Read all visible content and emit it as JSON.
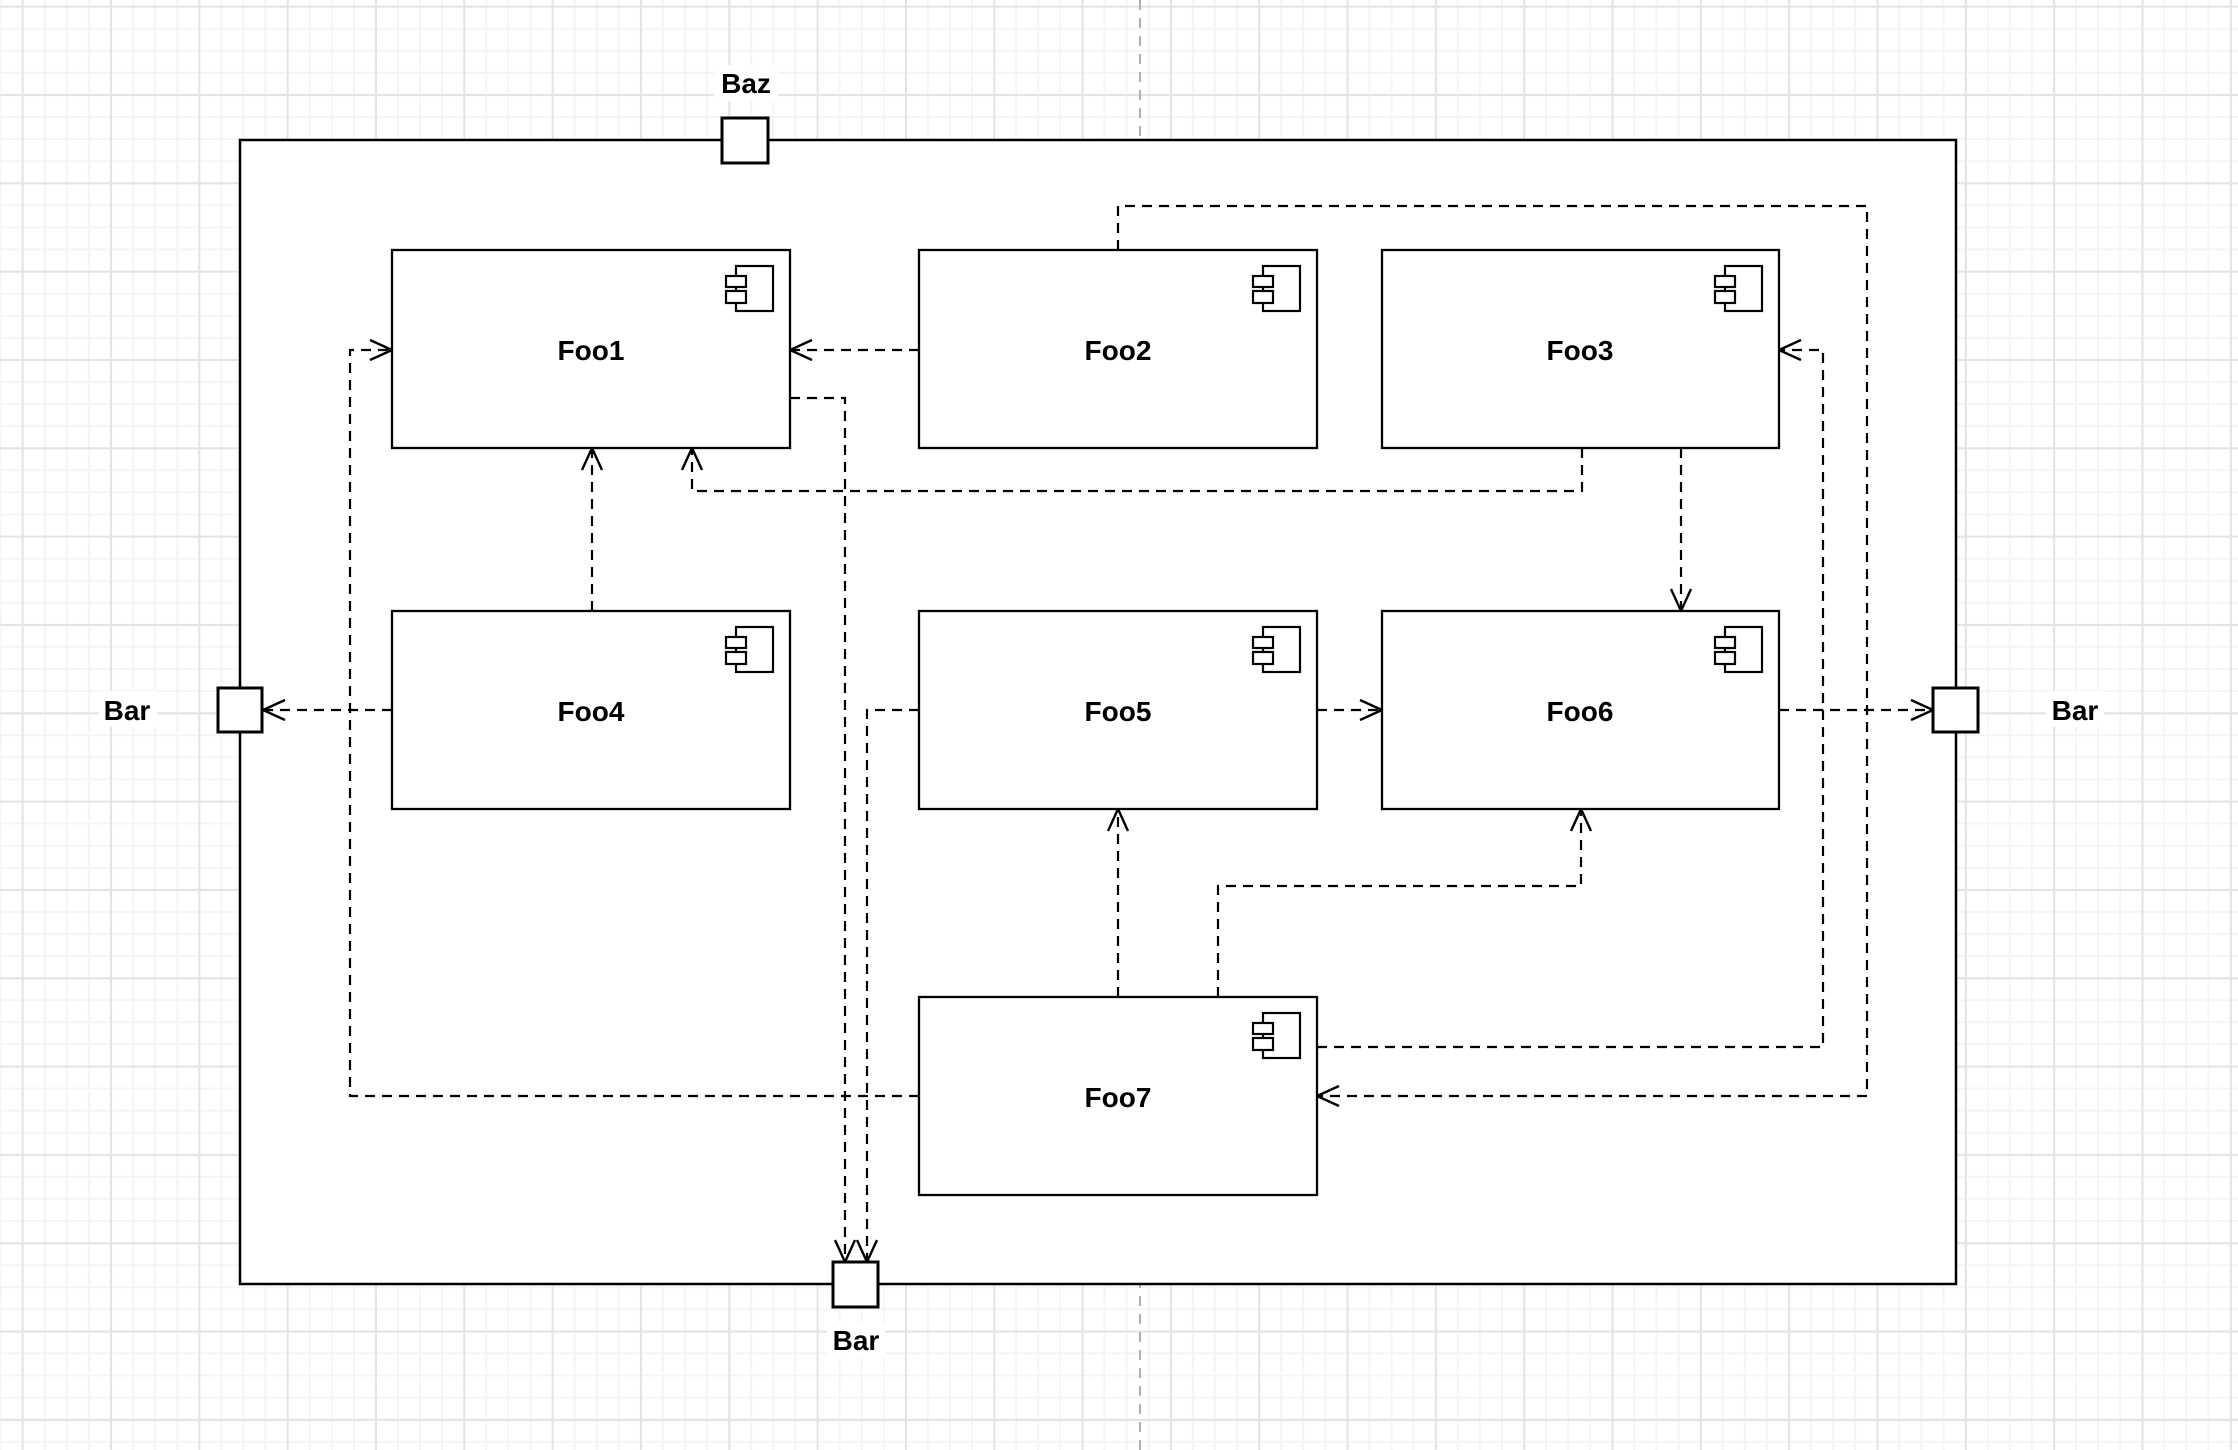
{
  "diagram": {
    "type": "uml-component-diagram",
    "components": [
      {
        "label": "Foo1"
      },
      {
        "label": "Foo2"
      },
      {
        "label": "Foo3"
      },
      {
        "label": "Foo4"
      },
      {
        "label": "Foo5"
      },
      {
        "label": "Foo6"
      },
      {
        "label": "Foo7"
      }
    ],
    "ports": [
      {
        "label": "Baz",
        "position": "top"
      },
      {
        "label": "Bar",
        "position": "left"
      },
      {
        "label": "Bar",
        "position": "right"
      },
      {
        "label": "Bar",
        "position": "bottom"
      }
    ],
    "connections": [
      {
        "from": "Foo2",
        "to": "Foo1",
        "style": "dashed-open-arrow"
      },
      {
        "from": "Foo4",
        "to": "Foo1",
        "style": "dashed-open-arrow"
      },
      {
        "from": "Foo3",
        "to": "Foo1",
        "style": "dashed-open-arrow"
      },
      {
        "from": "Foo3",
        "to": "Foo6",
        "style": "dashed-open-arrow"
      },
      {
        "from": "Foo5",
        "to": "Foo6",
        "style": "dashed-open-arrow"
      },
      {
        "from": "Foo6",
        "to": "Bar (right port)",
        "style": "dashed-open-arrow"
      },
      {
        "from": "Foo4",
        "to": "Bar (left port)",
        "style": "dashed-open-arrow"
      },
      {
        "from": "Foo7",
        "to": "Foo5",
        "style": "dashed-open-arrow"
      },
      {
        "from": "Foo7",
        "to": "Foo6",
        "style": "dashed-open-arrow"
      },
      {
        "from": "Foo7",
        "to": "Foo3",
        "style": "dashed-open-arrow"
      },
      {
        "from": "Foo2",
        "to": "Foo7",
        "style": "dashed-open-arrow"
      },
      {
        "from": "Foo7",
        "to": "Foo1",
        "style": "dashed-open-arrow"
      },
      {
        "from": "Foo1",
        "to": "Bar (bottom port)",
        "style": "dashed-open-arrow"
      },
      {
        "from": "Foo5",
        "to": "Bar (bottom port)",
        "style": "dashed-open-arrow"
      }
    ],
    "colors": {
      "shape_stroke": "#000000",
      "shape_fill": "#ffffff",
      "grid_minor": "#f5f5f5",
      "grid_major": "#e4e4e4",
      "page_guide": "#b0b0b0"
    }
  }
}
